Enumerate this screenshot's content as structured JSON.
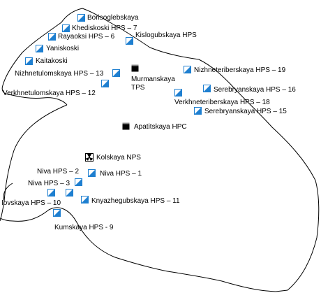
{
  "colors": {
    "hydro": "#1e7fd0",
    "thermal": "#000000",
    "coastline": "#000000",
    "background": "#ffffff"
  },
  "icons": {
    "hydro": "hydro-plant-icon",
    "thermal": "thermal-plant-icon",
    "nuclear": "nuclear-plant-icon"
  },
  "labels": {
    "borisoglebskaya": "Borisoglebskaya",
    "khediskoski": "Khediskoski HPS – 7",
    "rayaoksi": "Rayaoksi HPS – 6",
    "kislogubskaya": "Kislogubskaya HPS",
    "yaniskoski": "Yaniskoski",
    "kaitakoski": "Kaitakoski",
    "nizhnetulomskaya": "Nizhnetulomskaya HPS – 13",
    "verkhnetulomskaya": "Verkhnetulomskaya HPS – 12",
    "murmanskaya": "Murmanskaya",
    "tps": "TPS",
    "nizhneteriberskaya": "Nizhneteriberskaya HPS – 19",
    "serebryanskaya16": "Serebryanskaya HPS – 16",
    "verkhneteriberskaya": "Verkhneteriberskaya HPS – 18",
    "serebryanskaya15": "Serebryanskaya HPS – 15",
    "apatitskaya": "Apatitskaya HPC",
    "kolskaya": "Kolskaya NPS",
    "niva2": "Niva HPS – 2",
    "niva1": "Niva HPS – 1",
    "niva3": "Niva HPS – 3",
    "iovskaya": "Iovskaya HPS – 10",
    "knyazhegubskaya": "Knyazhegubskaya HPS – 11",
    "kumskaya": "Kumskaya HPS - 9"
  }
}
